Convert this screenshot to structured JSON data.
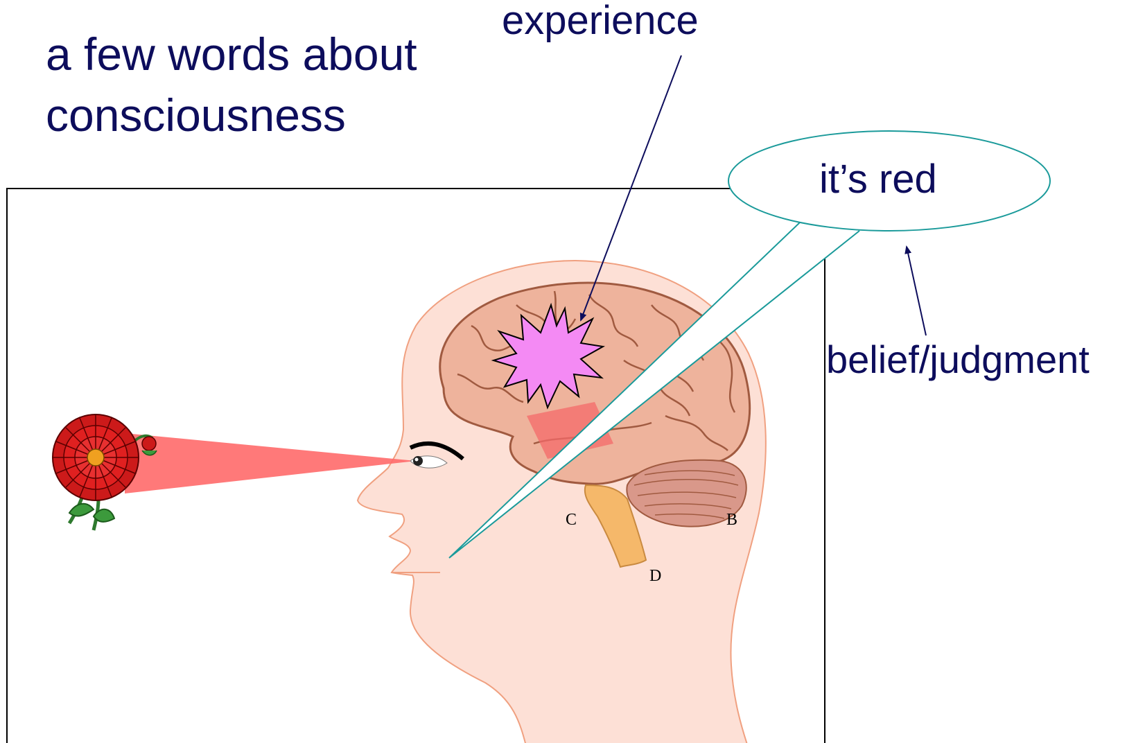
{
  "title": "a few words about\nconsciousness",
  "title_lines": [
    "a few words about",
    "consciousness"
  ],
  "labels": {
    "experience": "experience",
    "belief": "belief/judgment",
    "speech_bubble": "it’s red",
    "brain_c": "C",
    "brain_b": "B",
    "brain_d": "D"
  },
  "colors": {
    "title_text": "#0d0d5c",
    "head_fill": "#fde0d6",
    "head_stroke": "#f0a080",
    "brain_fill": "#eeb39c",
    "brain_stroke": "#a05a40",
    "burst_fill": "#f48af4",
    "beam_fill": "#ff7070",
    "bubble_stroke": "#1a9a9a",
    "arrow": "#0d0d5c"
  }
}
